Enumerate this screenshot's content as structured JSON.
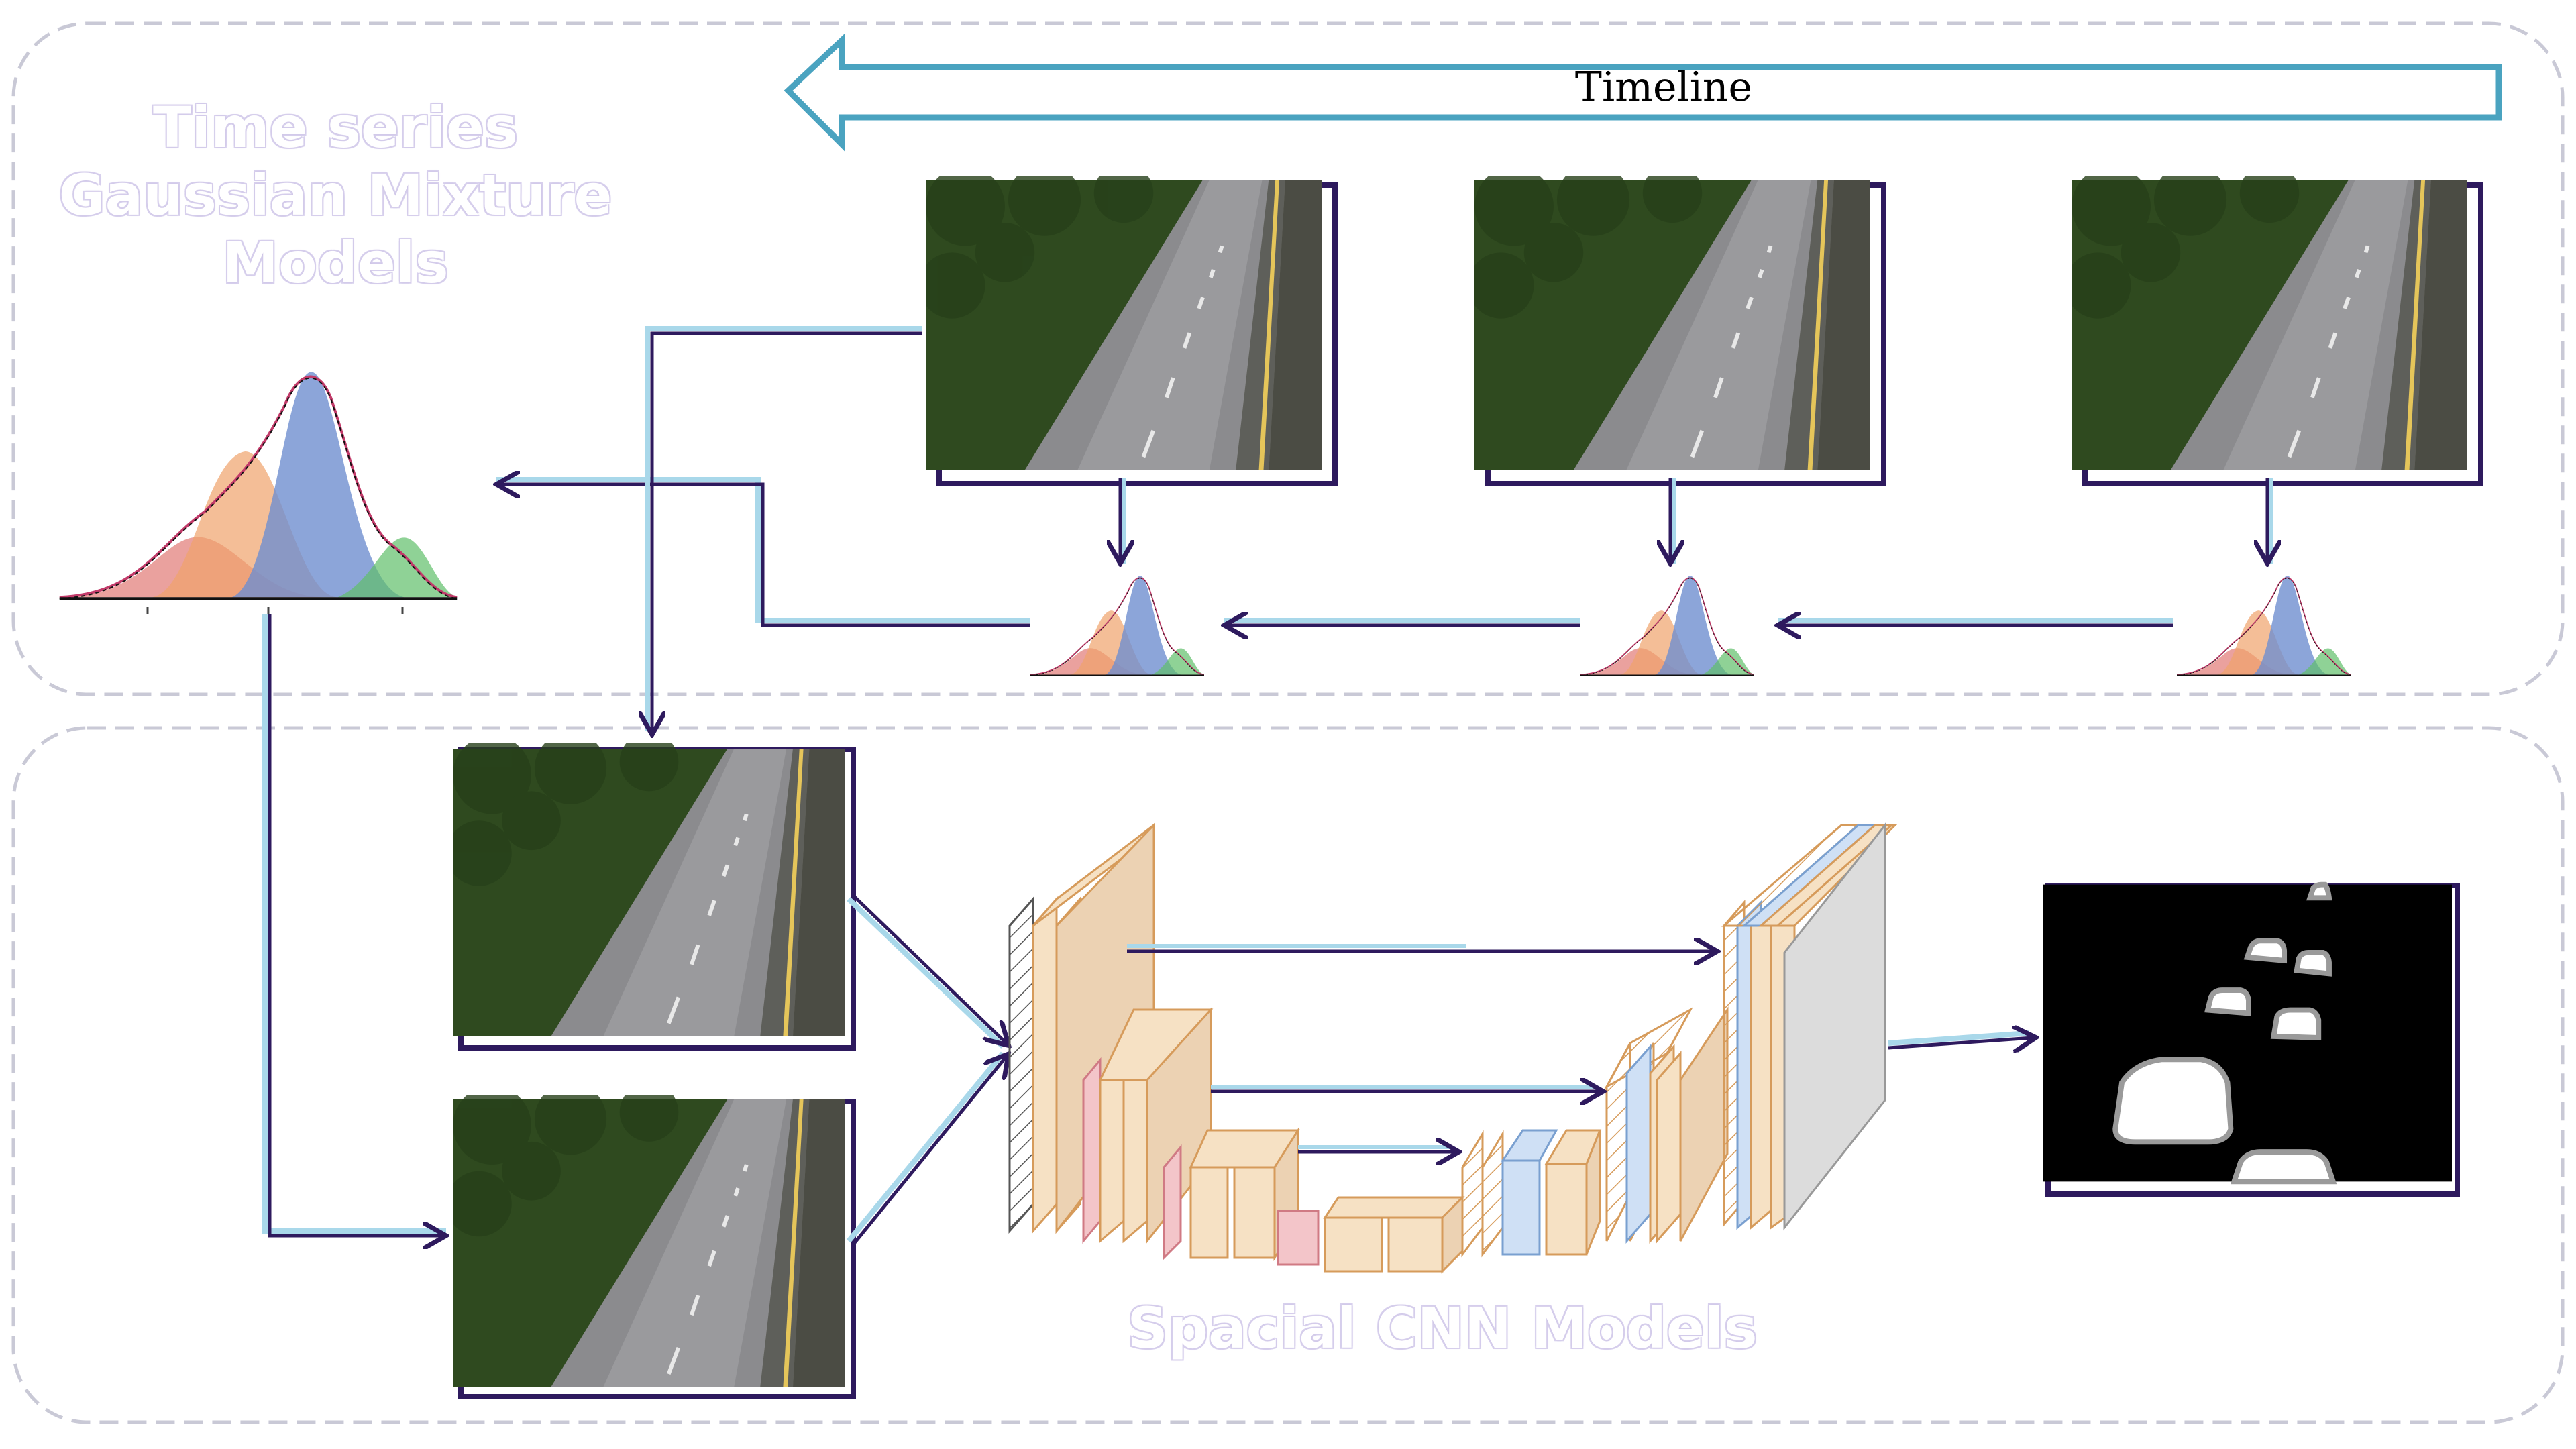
{
  "timeline": {
    "label": "Timeline"
  },
  "gmm_section": {
    "title_lines": [
      "Time series",
      "Gaussian Mixture",
      "Models"
    ]
  },
  "cnn_section": {
    "title": "Spacial CNN Models"
  },
  "colors": {
    "arrow_dark": "#2e1a5e",
    "arrow_light": "#a9d8ea",
    "timeline_outline": "#4aa3c0",
    "border_dash": "#c9c9d6",
    "gauss_red": "#d9534f",
    "gauss_orange": "#f0a36b",
    "gauss_blue": "#6f8fd0",
    "gauss_green": "#5fbf6a",
    "block_beige": "#f6e1c4",
    "block_pink": "#f3c5c9",
    "block_blue": "#cfe0f5",
    "block_grey": "#dcdcdc"
  },
  "frames": [
    {
      "name": "road-frame-1"
    },
    {
      "name": "road-frame-2"
    },
    {
      "name": "road-frame-3"
    },
    {
      "name": "road-frame-input-current"
    },
    {
      "name": "road-frame-input-background"
    }
  ]
}
